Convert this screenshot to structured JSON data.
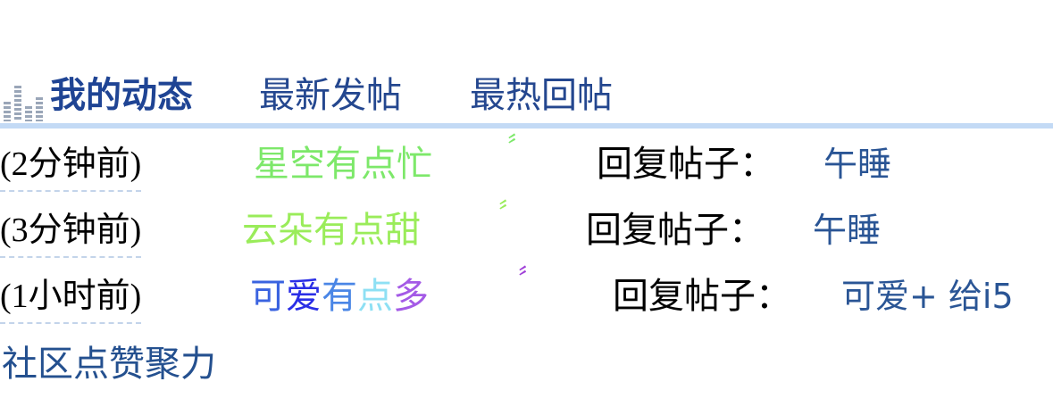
{
  "tabs": [
    {
      "label": "我的动态",
      "active": true,
      "icon": "equalizer-bars-icon"
    },
    {
      "label": "最新发帖",
      "active": false
    },
    {
      "label": "最热回帖",
      "active": false
    }
  ],
  "colors": {
    "tab_text": "#24478f",
    "separator": "#c3daf5",
    "reply_title": "#2a5595",
    "time_underline": "#c3d4ea"
  },
  "activities": [
    {
      "time": "(2分钟前)",
      "user": "星空有点忙",
      "user_color": "#7de86a",
      "quote": "〞",
      "quote_color": "#7de86a",
      "action": "回复帖子：",
      "post_title": "午睡"
    },
    {
      "time": "(3分钟前)",
      "user": "云朵有点甜",
      "user_color": "#9aec5a",
      "quote": "〞",
      "quote_color": "#9aec5a",
      "action": "回复帖子：",
      "post_title": "午睡"
    },
    {
      "time": "(1小时前)",
      "user": "可爱有点多",
      "user_chars": [
        {
          "ch": "可",
          "color": "#3a63e0"
        },
        {
          "ch": "爱",
          "color": "#2a2ee6"
        },
        {
          "ch": "有",
          "color": "#4a86e6"
        },
        {
          "ch": "点",
          "color": "#8ee0f4"
        },
        {
          "ch": "多",
          "color": "#a45ae6"
        }
      ],
      "quote": "〞",
      "quote_color": "#a040d8",
      "action": "回复帖子：",
      "post_title": "可爱+ 给i5"
    }
  ],
  "footer": {
    "link": "社区点赞聚力"
  }
}
